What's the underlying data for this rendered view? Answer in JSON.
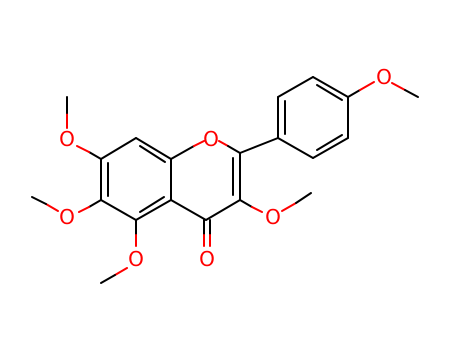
{
  "molecule": {
    "atom_labels": {
      "o_7": "O",
      "o_6": "O",
      "o_5": "O",
      "o_ring": "O",
      "o_3": "O",
      "o_carbonyl": "O",
      "o_para": "O"
    },
    "colors": {
      "bond": "#000000",
      "oxygen": "#ff0000"
    }
  }
}
